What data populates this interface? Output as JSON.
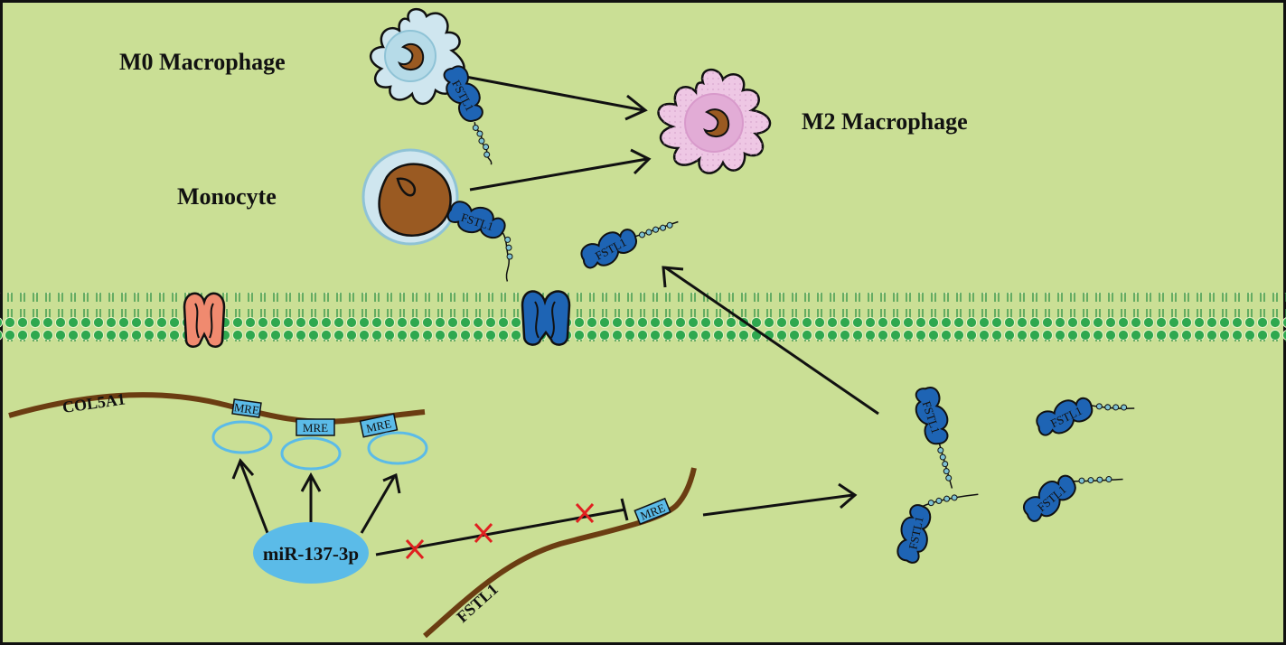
{
  "labels": {
    "m0": "M0 Macrophage",
    "m2": "M2 Macrophage",
    "monocyte": "Monocyte",
    "col5a1": "COL5A1",
    "fstl1_mrna": "FSTL1",
    "mirna": "miR-137-3p",
    "mre": "MRE",
    "fstl1_protein": "FSTL1"
  },
  "colors": {
    "background": "#cadf95",
    "membrane": "#2fa84f",
    "mrna": "#6b3d12",
    "mirna": "#5bbbe8",
    "protein": "#1e64b4",
    "receptor_orange": "#f08a6f",
    "inhibit_mark": "#e02020",
    "m0_cell": "#cfe6ef",
    "m2_cell": "#eec7e4",
    "nucleus": "#9a5a22"
  }
}
